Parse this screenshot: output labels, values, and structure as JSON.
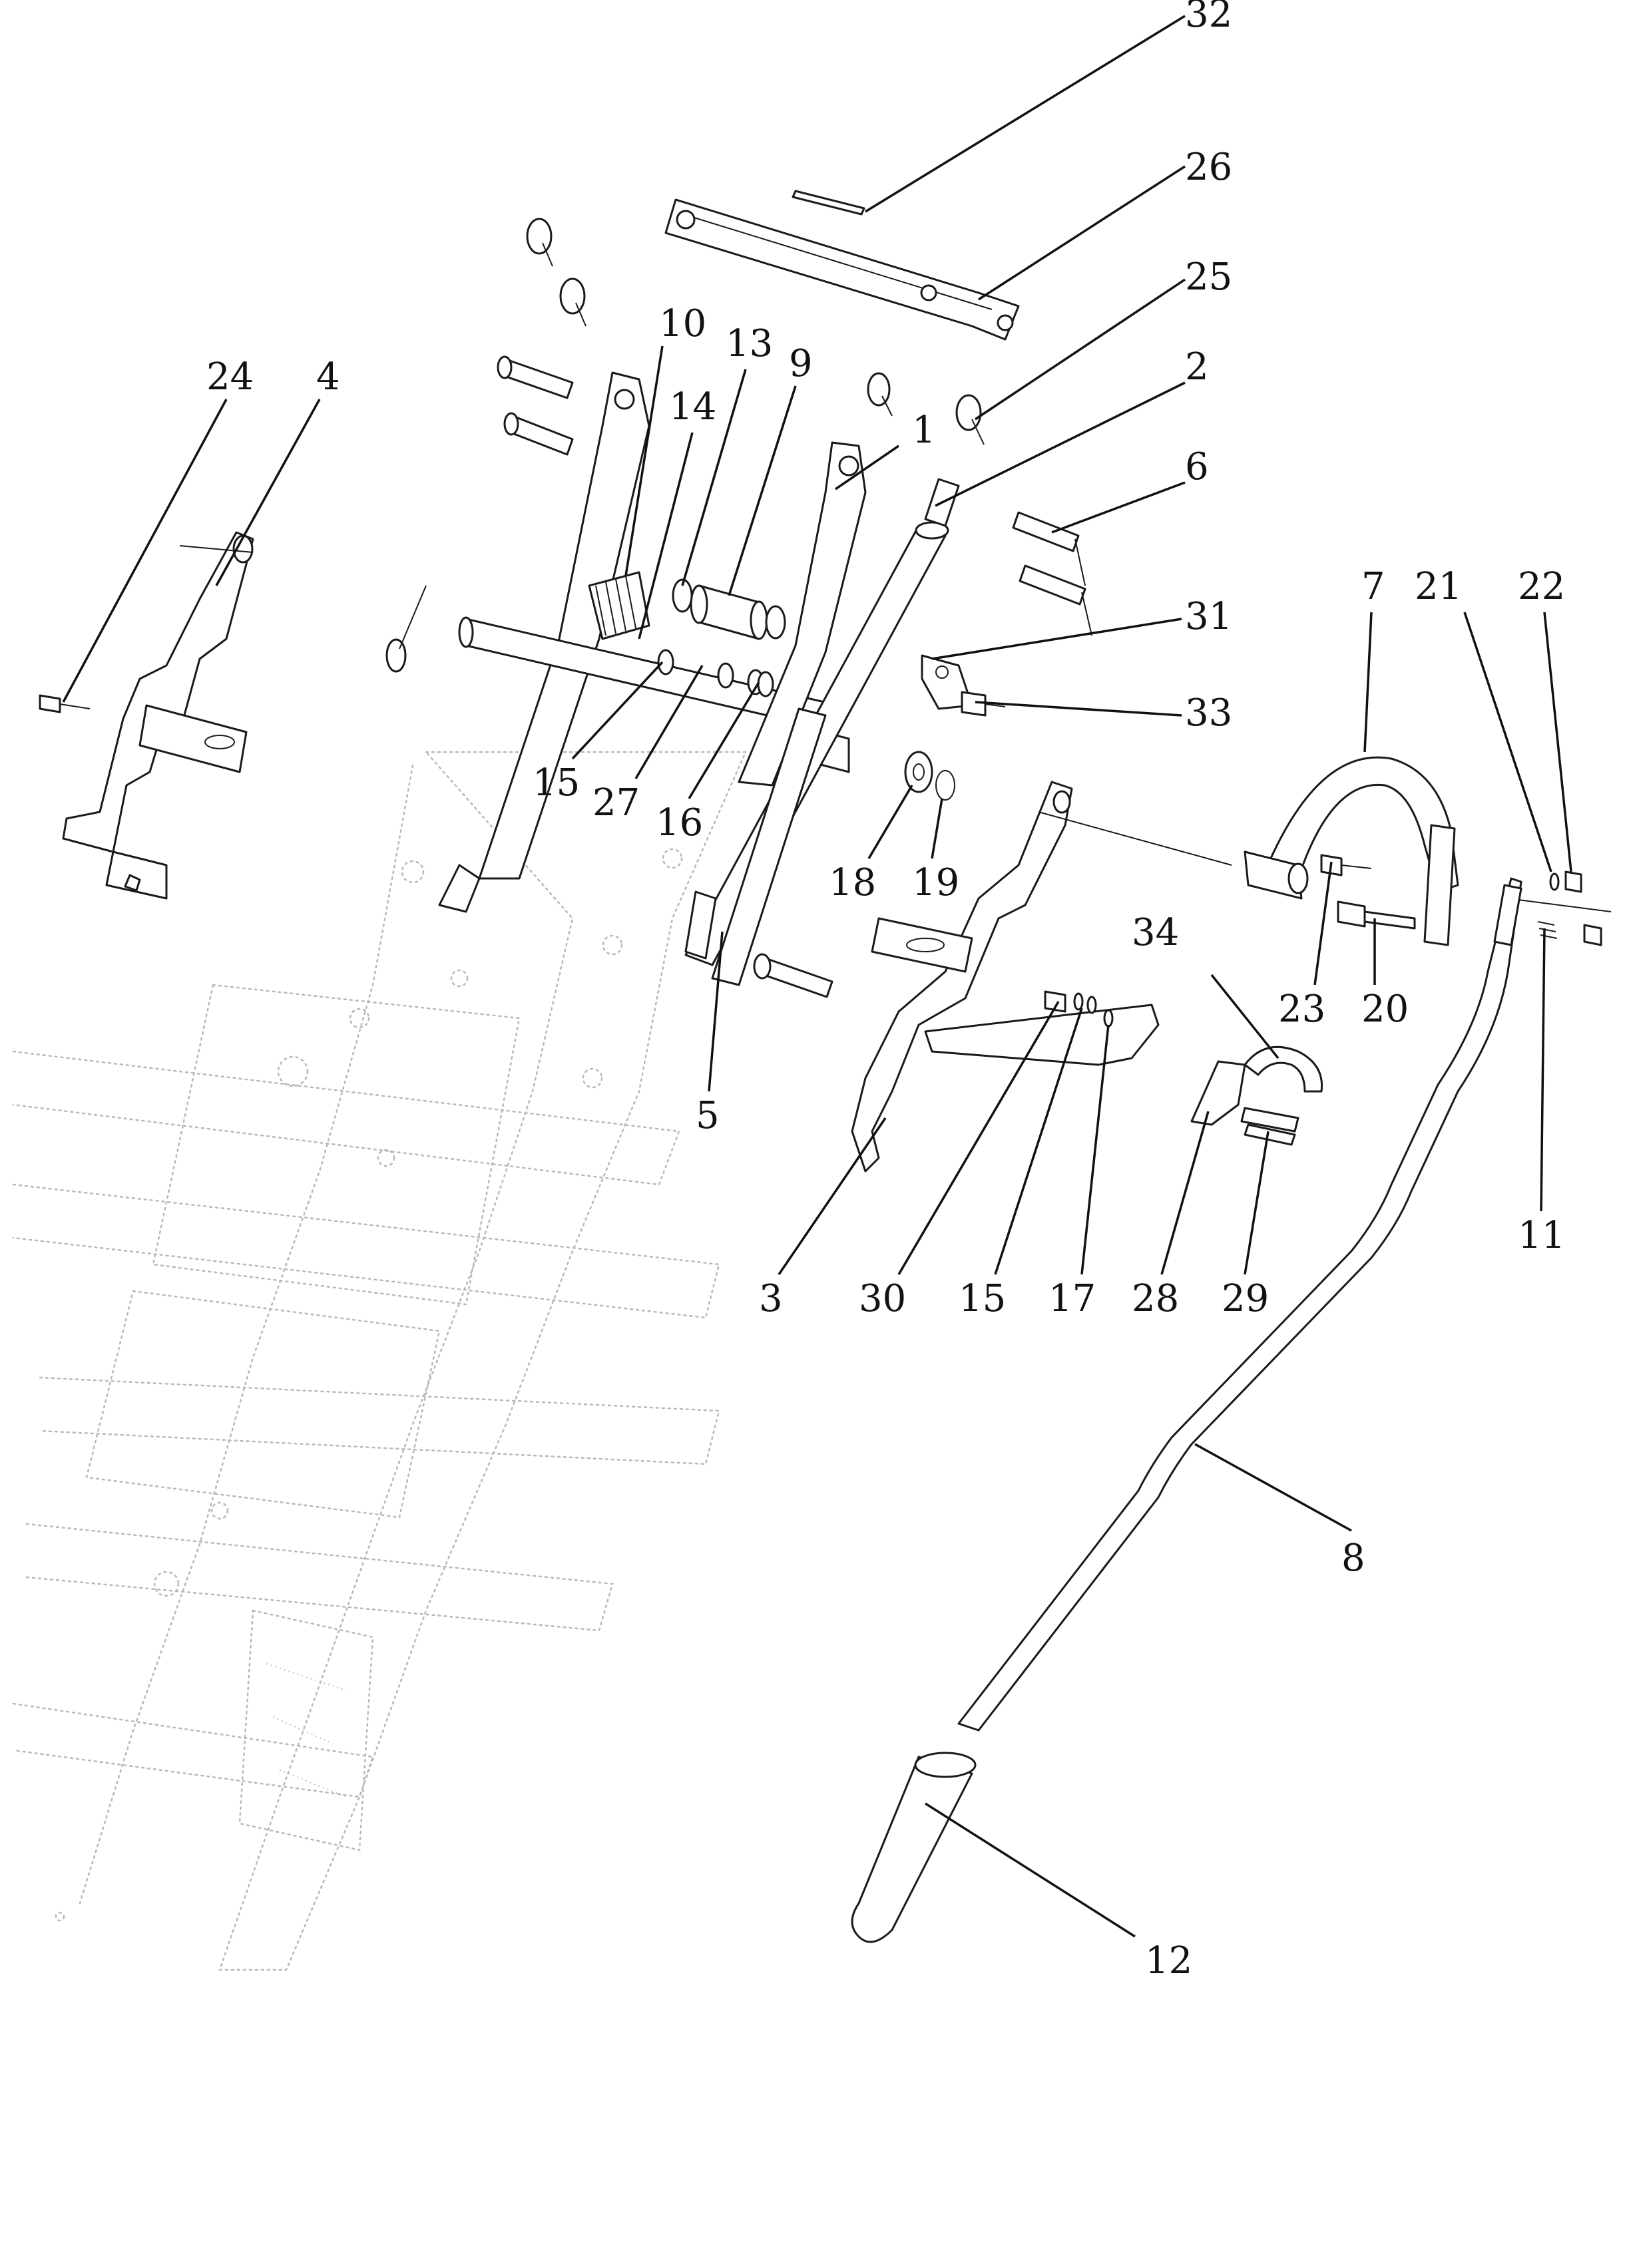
{
  "callouts": [
    {
      "id": "c32",
      "text": "32"
    },
    {
      "id": "c26",
      "text": "26"
    },
    {
      "id": "c25",
      "text": "25"
    },
    {
      "id": "c2",
      "text": "2"
    },
    {
      "id": "c6",
      "text": "6"
    },
    {
      "id": "c10",
      "text": "10"
    },
    {
      "id": "c13",
      "text": "13"
    },
    {
      "id": "c9",
      "text": "9"
    },
    {
      "id": "c14",
      "text": "14"
    },
    {
      "id": "c1",
      "text": "1"
    },
    {
      "id": "c24",
      "text": "24"
    },
    {
      "id": "c4",
      "text": "4"
    },
    {
      "id": "c31",
      "text": "31"
    },
    {
      "id": "c33",
      "text": "33"
    },
    {
      "id": "c7",
      "text": "7"
    },
    {
      "id": "c21",
      "text": "21"
    },
    {
      "id": "c22",
      "text": "22"
    },
    {
      "id": "c15a",
      "text": "15"
    },
    {
      "id": "c27",
      "text": "27"
    },
    {
      "id": "c16",
      "text": "16"
    },
    {
      "id": "c18",
      "text": "18"
    },
    {
      "id": "c19",
      "text": "19"
    },
    {
      "id": "c23",
      "text": "23"
    },
    {
      "id": "c20",
      "text": "20"
    },
    {
      "id": "c34",
      "text": "34"
    },
    {
      "id": "c5",
      "text": "5"
    },
    {
      "id": "c11",
      "text": "11"
    },
    {
      "id": "c3",
      "text": "3"
    },
    {
      "id": "c30",
      "text": "30"
    },
    {
      "id": "c15b",
      "text": "15"
    },
    {
      "id": "c17",
      "text": "17"
    },
    {
      "id": "c28",
      "text": "28"
    },
    {
      "id": "c29",
      "text": "29"
    },
    {
      "id": "c8",
      "text": "8"
    },
    {
      "id": "c12",
      "text": "12"
    }
  ]
}
